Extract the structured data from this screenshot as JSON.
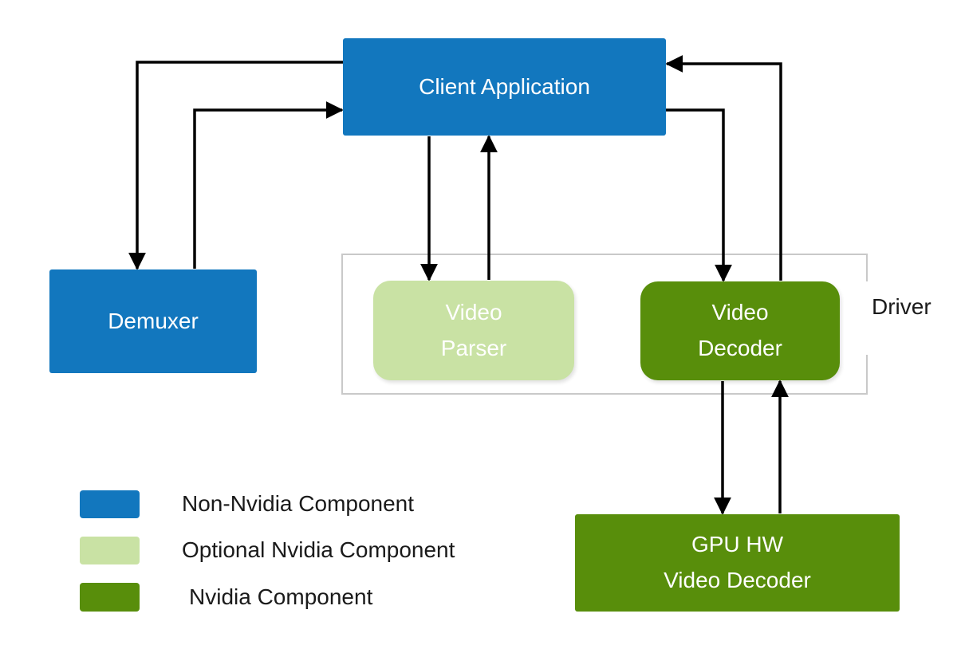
{
  "diagram_title": "Video decode pipeline diagram",
  "colors": {
    "non_nvidia": "#1277BE",
    "optional_nvidia": "#C9E2A4",
    "nvidia": "#588E0B",
    "arrow": "#000000",
    "driver_border": "#C9C9C9",
    "background": "#FFFFFF"
  },
  "nodes": {
    "client_app": {
      "label": "Client Application",
      "type": "non-nvidia"
    },
    "demuxer": {
      "label": "Demuxer",
      "type": "non-nvidia"
    },
    "video_parser": {
      "line1": "Video",
      "line2": "Parser",
      "type": "optional-nvidia"
    },
    "video_decoder": {
      "line1": "Video",
      "line2": "Decoder",
      "type": "nvidia"
    },
    "gpu_hw": {
      "line1": "GPU HW",
      "line2": "Video Decoder",
      "type": "nvidia"
    }
  },
  "driver": {
    "label": "Driver"
  },
  "edges": [
    {
      "from": "client_app",
      "to": "demuxer"
    },
    {
      "from": "demuxer",
      "to": "client_app"
    },
    {
      "from": "client_app",
      "to": "video_parser"
    },
    {
      "from": "video_parser",
      "to": "client_app"
    },
    {
      "from": "client_app",
      "to": "video_decoder"
    },
    {
      "from": "video_decoder",
      "to": "client_app"
    },
    {
      "from": "video_decoder",
      "to": "gpu_hw"
    },
    {
      "from": "gpu_hw",
      "to": "video_decoder"
    }
  ],
  "legend": {
    "items": [
      {
        "label": "Non-Nvidia Component",
        "color": "#1277BE"
      },
      {
        "label": "Optional Nvidia Component",
        "color": "#C9E2A4"
      },
      {
        "label": "Nvidia Component",
        "color": "#588E0B"
      }
    ]
  }
}
